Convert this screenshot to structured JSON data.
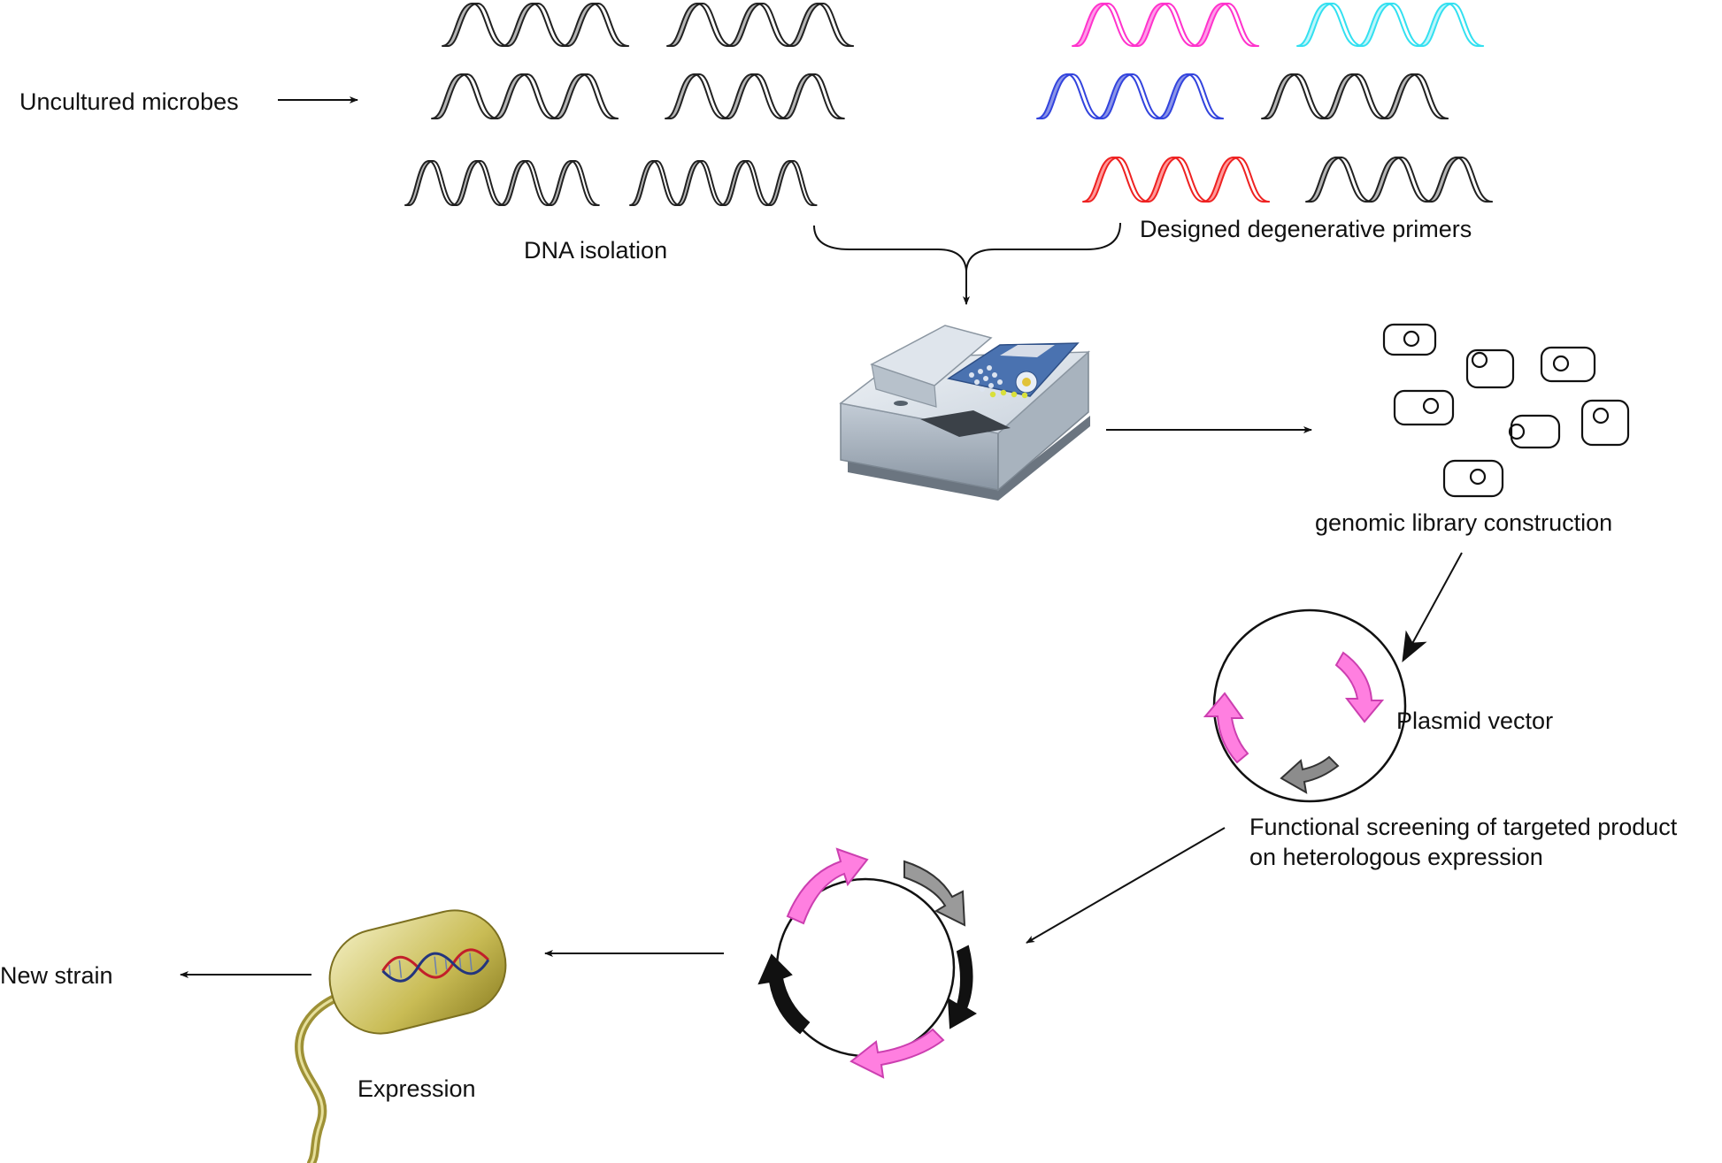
{
  "labels": {
    "uncultured_microbes": "Uncultured microbes",
    "dna_isolation": "DNA isolation",
    "designed_primers": "Designed degenerative primers",
    "genomic_library": "genomic library construction",
    "plasmid_vector": "Plasmid vector",
    "functional_screening_line1": "Functional screening of targeted product",
    "functional_screening_line2": "on heterologous expression",
    "expression": "Expression",
    "new_strain": "New strain"
  },
  "colors": {
    "helix_gray": "#b5b5b5",
    "primer_magenta": "#ff33cc",
    "primer_cyan": "#33e0f0",
    "primer_blue": "#3344dd",
    "primer_red": "#ee2222",
    "gene_pink": "#ff7fe0",
    "gene_gray": "#9a9a9a",
    "gene_black": "#111111",
    "bacterium": "#b8aa3a",
    "machine_panel": "#4a72b0"
  },
  "icons": [
    "dna-helix",
    "pcr-thermocycler",
    "cell",
    "plasmid",
    "bacterium-with-flagellum"
  ]
}
